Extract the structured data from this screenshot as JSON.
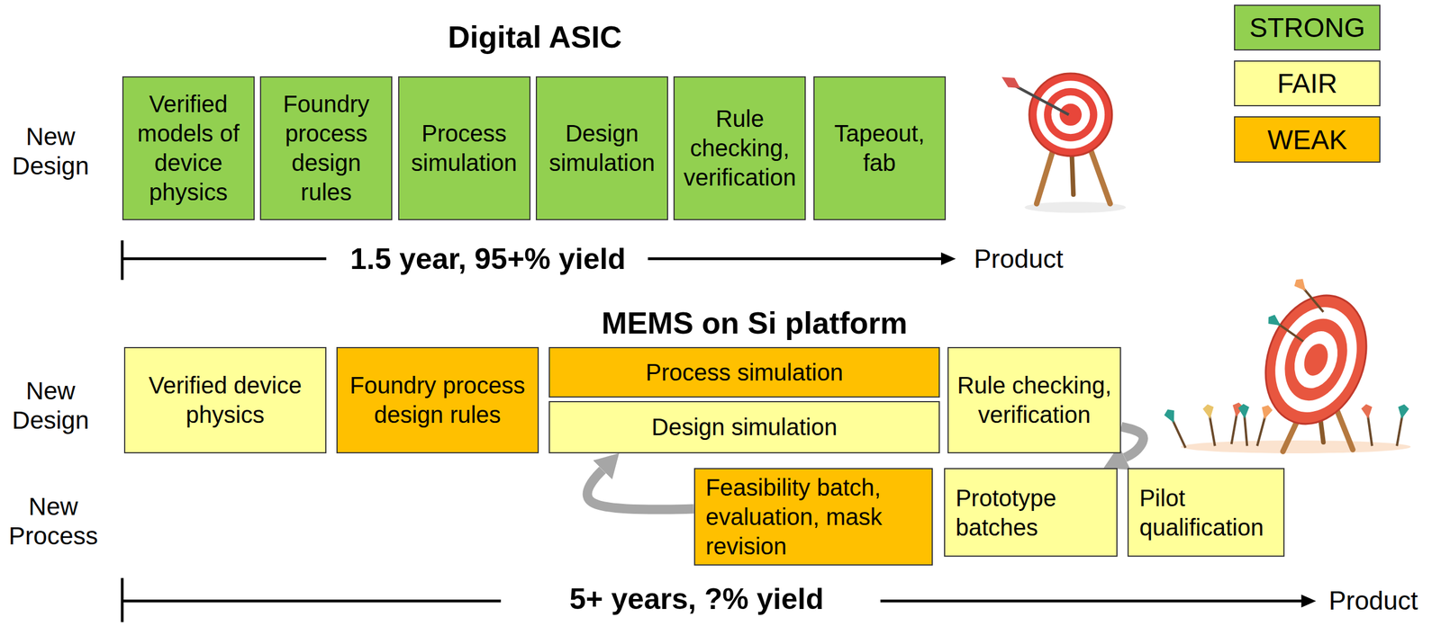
{
  "diagram": {
    "nodes": [
      {
        "text": [
          "Verified models of device physics"
        ]
      },
      {
        "text": [
          "Foundry process design rules"
        ]
      },
      {
        "text": [
          "Process simulation"
        ]
      },
      {
        "text": [
          "Design simulation"
        ]
      },
      {
        "text": [
          "Rule checking, verification"
        ]
      },
      {
        "text": [
          "Tapeout, fab"
        ]
      },
      {
        "text": [
          "Verified device physics"
        ]
      },
      {
        "text": [
          "Foundry process design rules"
        ]
      },
      {
        "text": [
          "Process simulation"
        ]
      },
      {
        "text": [
          "Design simulation"
        ]
      },
      {
        "text": [
          "Rule checking, verification"
        ]
      },
      {
        "text": [
          "Feasibility batch, evaluation, mask revision"
        ]
      },
      {
        "text": [
          "Prototype batches"
        ]
      },
      {
        "text": [
          "Pilot qualification"
        ]
      }
    ],
    "edges": [
      {
        "from": 11,
        "to": 9,
        "arrow": "to"
      },
      {
        "from": 10,
        "to": 12,
        "arrow": "to"
      }
    ],
    "labels": [
      "Digital ASIC",
      "New Design",
      "1.5 year, 95+% yield",
      "Product",
      "MEMS on Si platform",
      "New Design",
      "New Process",
      "5+ years, ?% yield",
      "Product"
    ],
    "legend": [
      {
        "text": "STRONG",
        "color": "#92d050"
      },
      {
        "text": "FAIR",
        "color": "#ffff99"
      },
      {
        "text": "WEAK",
        "color": "#ffc000"
      }
    ]
  }
}
